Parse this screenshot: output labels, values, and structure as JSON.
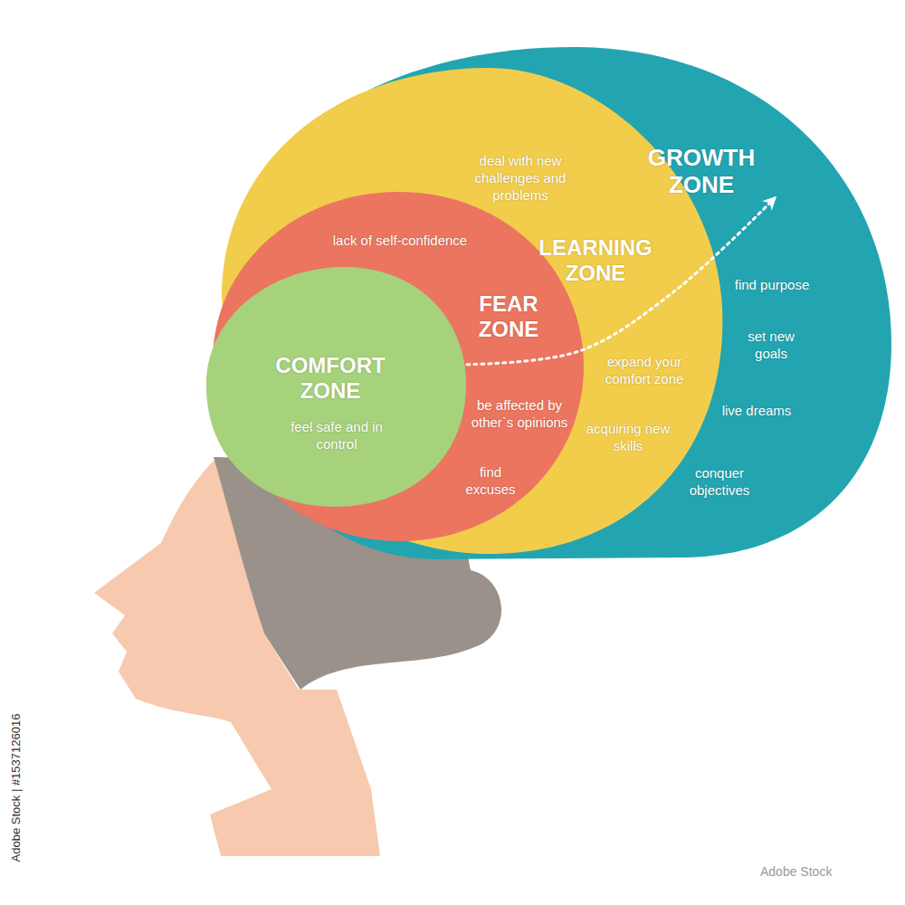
{
  "diagram": {
    "nodes": [
      {
        "text": [
          "GROWTH ZONE",
          "find purpose",
          "set new goals",
          "live dreams",
          "conquer objectives"
        ]
      },
      {
        "text": [
          "LEARNING ZONE",
          "deal with new challenges and problems",
          "expand your comfort zone",
          "acquiring new skills"
        ],
        "in": 0
      },
      {
        "text": [
          "FEAR ZONE",
          "lack of self-confidence",
          "be affected by other`s opinions",
          "find excuses"
        ],
        "in": 1
      },
      {
        "text": [
          "COMFORT ZONE",
          "feel safe and in control"
        ],
        "in": 2
      }
    ],
    "edges": [
      {
        "from": 3,
        "to": 0,
        "arrow": "to"
      }
    ],
    "labels": [
      "Adobe Stock | #1537126016",
      "Adobe Stock"
    ]
  }
}
